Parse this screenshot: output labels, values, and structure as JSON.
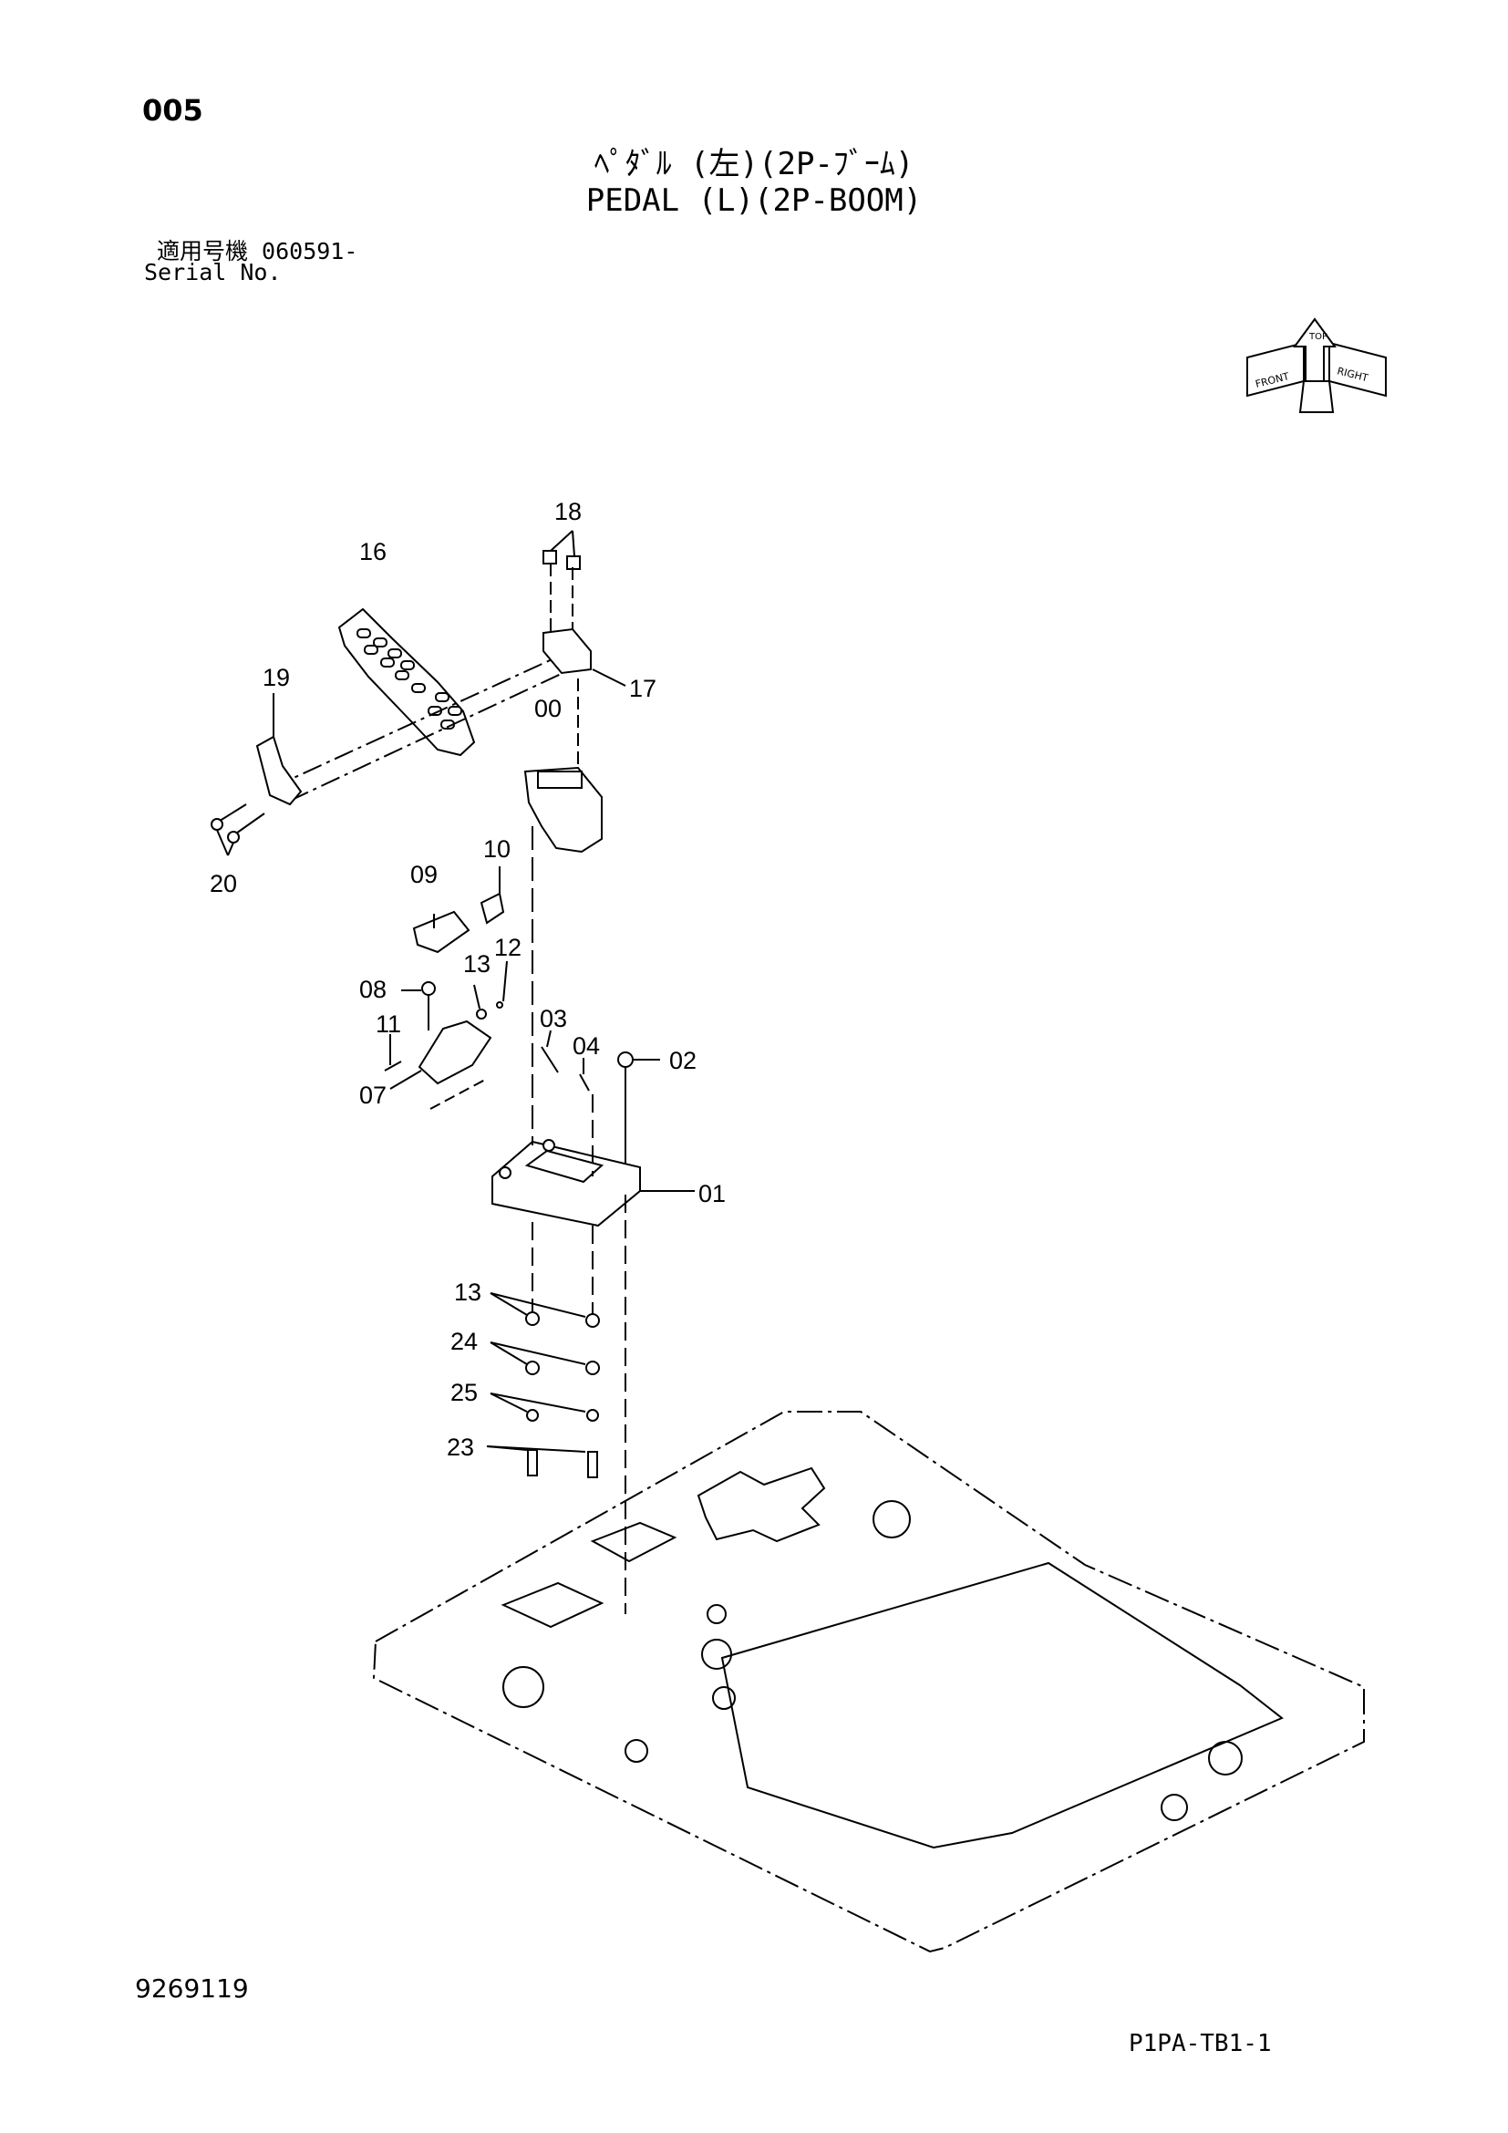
{
  "header": {
    "page_number": "005",
    "title_jp": "ﾍﾟﾀﾞﾙ (左)(2P-ﾌﾞｰﾑ)",
    "title_en": "PEDAL (L)(2P-BOOM)",
    "serial_label_jp": "適用号機  060591-",
    "serial_label_en": "Serial No."
  },
  "orientation_icon": {
    "labels": [
      "TOP",
      "FRONT",
      "RIGHT"
    ]
  },
  "parts": {
    "p00": "00",
    "p01": "01",
    "p02": "02",
    "p03": "03",
    "p04": "04",
    "p07": "07",
    "p08": "08",
    "p09": "09",
    "p10": "10",
    "p11": "11",
    "p12": "12",
    "p13a": "13",
    "p13b": "13",
    "p16": "16",
    "p17": "17",
    "p18": "18",
    "p19": "19",
    "p20": "20",
    "p23": "23",
    "p24": "24",
    "p25": "25"
  },
  "footer": {
    "drawing_number": "9269119",
    "page_code": "P1PA-TB1-1"
  }
}
